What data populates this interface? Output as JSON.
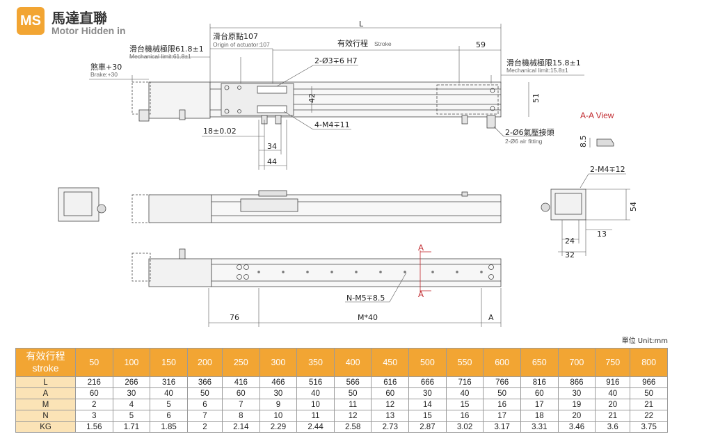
{
  "header": {
    "badge": "MS",
    "title_cn": "馬達直聯",
    "title_en": "Motor Hidden in"
  },
  "drawing": {
    "dim_L": "L",
    "origin_cn": "滑台原點107",
    "origin_en": "Origin of actuator:107",
    "stroke_cn": "有效行程",
    "stroke_en": "Stroke",
    "dim_59": "59",
    "mech_left_cn": "滑台機械極限61.8±1",
    "mech_left_en": "Mechanical limit:61.8±1",
    "mech_right_cn": "滑台機械極限15.8±1",
    "mech_right_en": "Mechanical limit:15.8±1",
    "brake_cn": "煞車+30",
    "brake_en": "Brake:+30",
    "hole_callout": "2-Ø3∓6 H7",
    "dim_42": "42",
    "dim_51": "51",
    "thread_callout": "4-M4∓11",
    "dim_18": "18±0.02",
    "dim_34": "34",
    "dim_44": "44",
    "fitting_cn": "2-Ø6氣壓接頭",
    "fitting_en": "2-Ø6 air fitting",
    "aa_view": "A-A View",
    "dim_8_5": "8.5",
    "m4_12": "2-M4∓12",
    "dim_54": "54",
    "dim_24": "24",
    "dim_13": "13",
    "dim_32": "32",
    "section_a": "A",
    "n_m5": "N-M5∓8.5",
    "dim_76": "76",
    "dim_m40": "M*40",
    "dim_a": "A"
  },
  "table": {
    "unit": "單位 Unit:mm",
    "header_cn": "有效行程",
    "header_en": "stroke",
    "strokes": [
      "50",
      "100",
      "150",
      "200",
      "250",
      "300",
      "350",
      "400",
      "450",
      "500",
      "550",
      "600",
      "650",
      "700",
      "750",
      "800"
    ],
    "rows": [
      {
        "label": "L",
        "values": [
          "216",
          "266",
          "316",
          "366",
          "416",
          "466",
          "516",
          "566",
          "616",
          "666",
          "716",
          "766",
          "816",
          "866",
          "916",
          "966"
        ]
      },
      {
        "label": "A",
        "values": [
          "60",
          "30",
          "40",
          "50",
          "60",
          "30",
          "40",
          "50",
          "60",
          "30",
          "40",
          "50",
          "60",
          "30",
          "40",
          "50"
        ]
      },
      {
        "label": "M",
        "values": [
          "2",
          "4",
          "5",
          "6",
          "7",
          "9",
          "10",
          "11",
          "12",
          "14",
          "15",
          "16",
          "17",
          "19",
          "20",
          "21"
        ]
      },
      {
        "label": "N",
        "values": [
          "3",
          "5",
          "6",
          "7",
          "8",
          "10",
          "11",
          "12",
          "13",
          "15",
          "16",
          "17",
          "18",
          "20",
          "21",
          "22"
        ]
      },
      {
        "label": "KG",
        "values": [
          "1.56",
          "1.71",
          "1.85",
          "2",
          "2.14",
          "2.29",
          "2.44",
          "2.58",
          "2.73",
          "2.87",
          "3.02",
          "3.17",
          "3.31",
          "3.46",
          "3.6",
          "3.75"
        ]
      }
    ]
  }
}
